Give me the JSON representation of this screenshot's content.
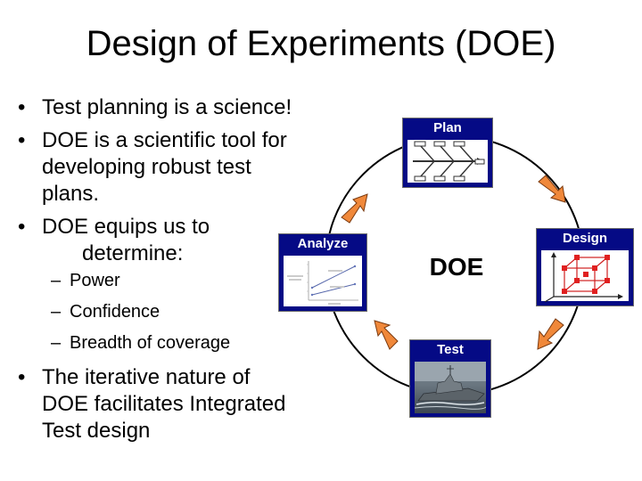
{
  "slide": {
    "title": "Design of Experiments (DOE)"
  },
  "bullets": {
    "b1": "Test planning is a science!",
    "b2_line1": "DOE is a scientific tool for",
    "b2_line2": "developing robust test",
    "b2_line3": "plans.",
    "b3_line1": "DOE equips us to",
    "b3_line2": "determine:",
    "sub1": "Power",
    "sub2": "Confidence",
    "sub3": "Breadth of coverage",
    "b4_line1": "The iterative nature of",
    "b4_line2": "DOE facilitates Integrated",
    "b4_line3": "Test design"
  },
  "cycle": {
    "center": "DOE",
    "plan": "Plan",
    "design": "Design",
    "test": "Test",
    "analyze": "Analyze"
  },
  "colors": {
    "header_blue": "#050a85",
    "arrow_orange": "#f0883a",
    "cube_red": "#e02020"
  }
}
